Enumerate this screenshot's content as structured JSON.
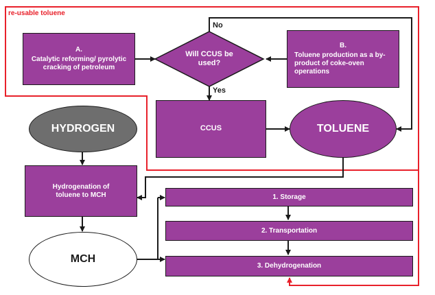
{
  "red_loop_label": "re-usable toluene",
  "nodes": {
    "a_letter": "A.",
    "a_text": "Catalytic reforming/ pyrolytic cracking of petroleum",
    "decision_text": "Will CCUS be used?",
    "b_letter": "B.",
    "b_text": "Toluene production as a by-product of coke-oven operations",
    "ccus": "CCUS",
    "toluene": "TOLUENE",
    "hydrogen": "HYDROGEN",
    "hydrogenation": "Hydrogenation of toluene to MCH",
    "mch": "MCH",
    "storage": "1. Storage",
    "transportation": "2. Transportation",
    "dehydrogenation": "3. Dehydrogenation"
  },
  "edge_labels": {
    "no": "No",
    "yes": "Yes"
  },
  "colors": {
    "box_fill": "#9b3f9c",
    "hydrogen_fill": "#6e6e6e",
    "mch_fill": "#ffffff",
    "loop_line": "#e8202a",
    "arrow": "#1a1a1a"
  }
}
